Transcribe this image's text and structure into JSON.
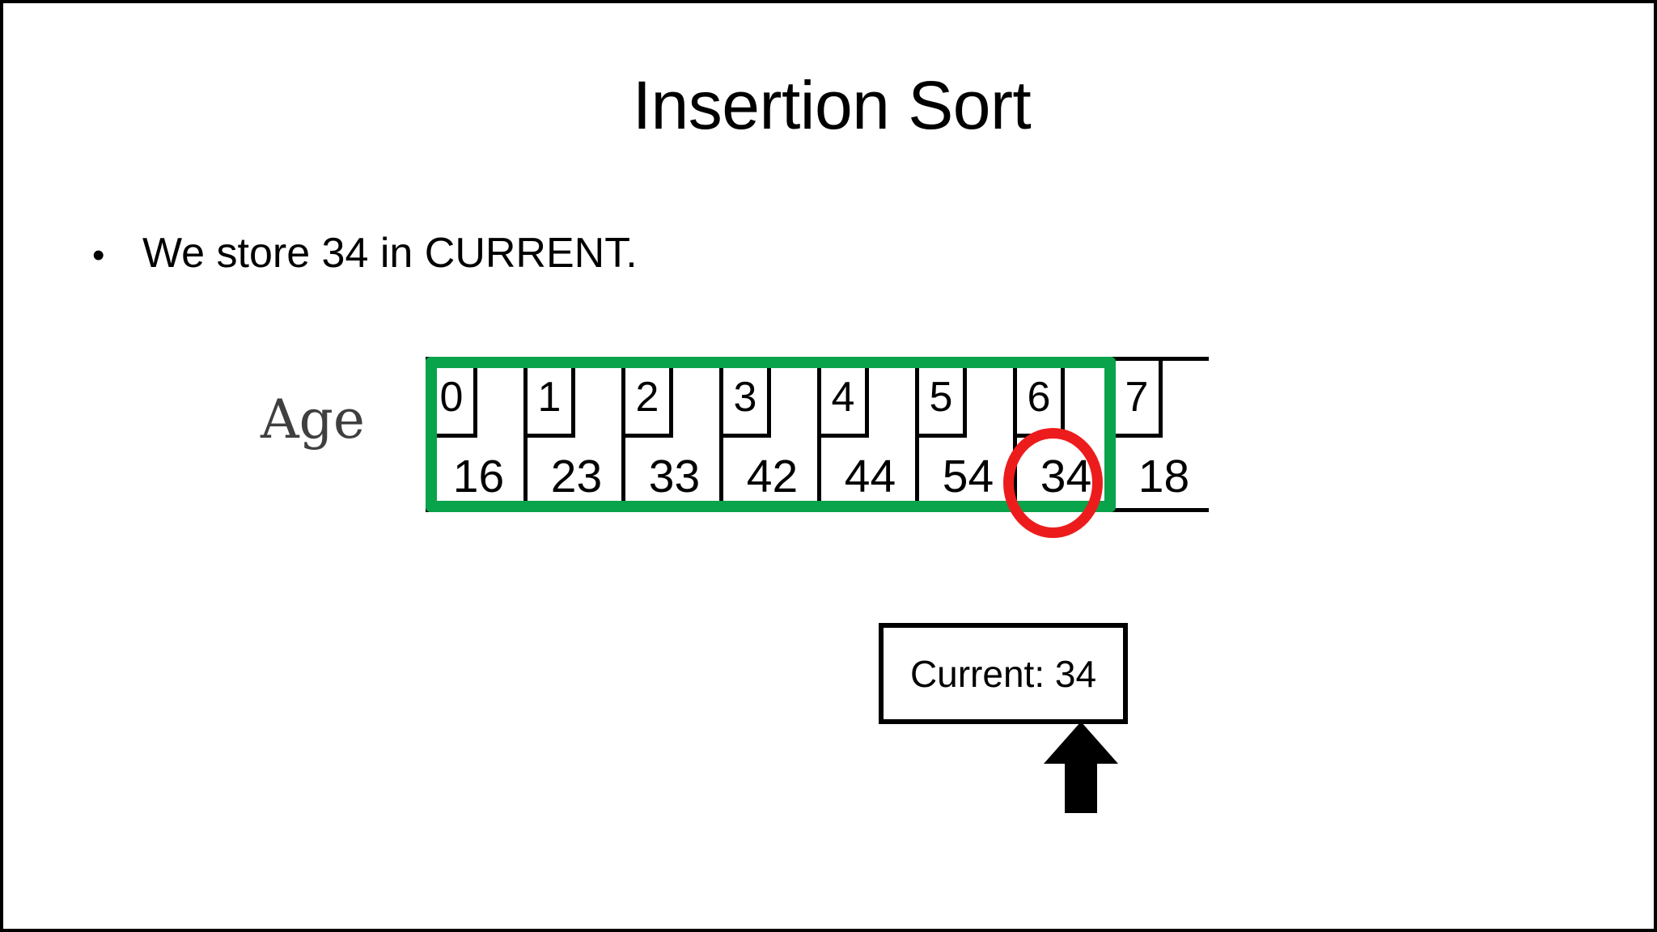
{
  "slide": {
    "title": "Insertion Sort",
    "bullet_marker": "•",
    "bullet_text": "We store 34 in CURRENT.",
    "border_color": "#000000",
    "background": "#ffffff"
  },
  "array": {
    "label": "Age",
    "label_color": "#3f3f3f",
    "indices": [
      "0",
      "1",
      "2",
      "3",
      "4",
      "5",
      "6",
      "7"
    ],
    "values": [
      "16",
      "23",
      "33",
      "42",
      "44",
      "54",
      "34",
      "18"
    ],
    "highlight": {
      "type": "green-frame",
      "color": "#09a34c",
      "covers_indices": [
        "0",
        "1",
        "2",
        "3",
        "4",
        "5",
        "6"
      ]
    },
    "marker": {
      "type": "red-ellipse",
      "color": "#ed1c1c",
      "on_index": "6",
      "on_value": "34"
    }
  },
  "current": {
    "box_label": "Current: 34",
    "variable": "Current",
    "value": "34",
    "pointer": "up-arrow"
  }
}
